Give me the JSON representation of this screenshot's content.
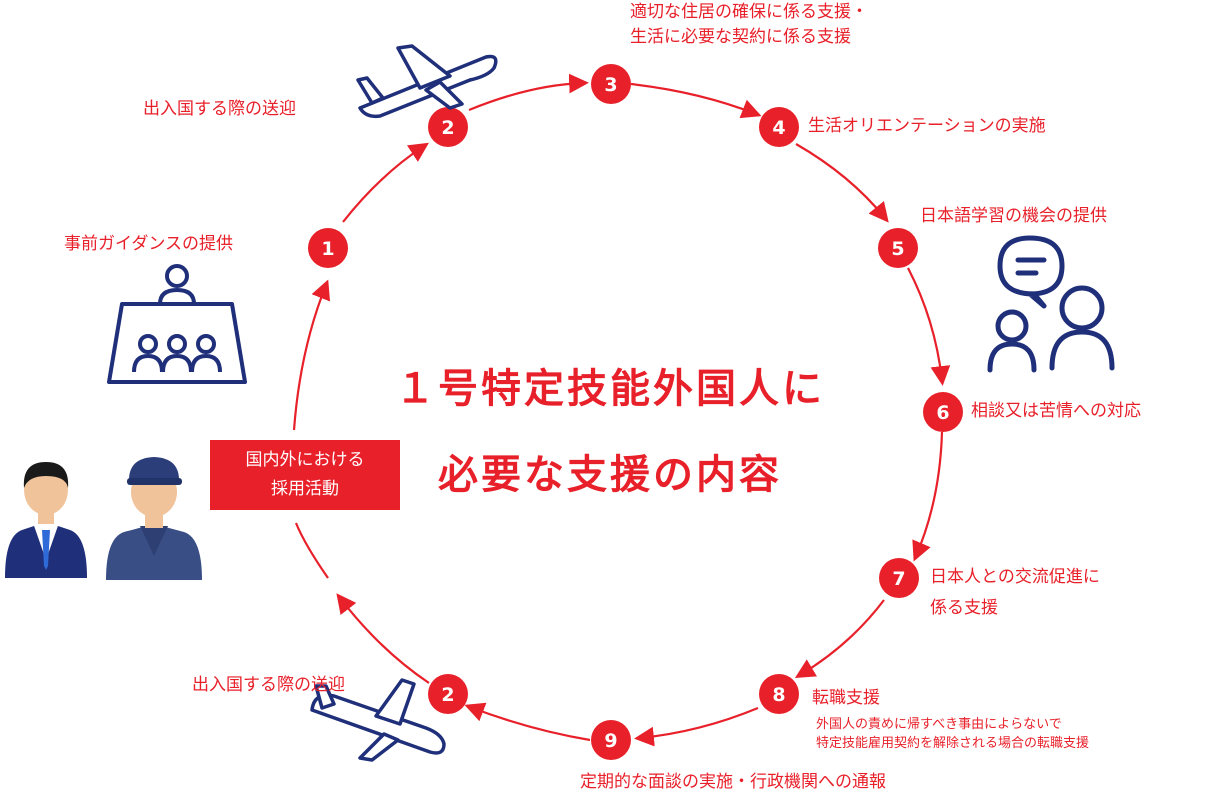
{
  "title": {
    "line1": "１号特定技能外国人に",
    "line2": "必要な支援の内容"
  },
  "recruitment_badge": {
    "line1": "国内外における",
    "line2": "採用活動"
  },
  "steps": [
    {
      "number": "1",
      "label": "事前ガイダンスの提供"
    },
    {
      "number": "2",
      "label": "出入国する際の送迎"
    },
    {
      "number": "3",
      "label": "適切な住居の確保に係る支援・",
      "label2": "生活に必要な契約に係る支援"
    },
    {
      "number": "4",
      "label": "生活オリエンテーションの実施"
    },
    {
      "number": "5",
      "label": "日本語学習の機会の提供"
    },
    {
      "number": "6",
      "label": "相談又は苦情への対応"
    },
    {
      "number": "7",
      "label": "日本人との交流促進に",
      "label2": "係る支援"
    },
    {
      "number": "8",
      "label": "転職支援",
      "note1": "外国人の責めに帰すべき事由によらないで",
      "note2": "特定技能雇用契約を解除される場合の転職支援"
    },
    {
      "number": "9",
      "label": "定期的な面談の実施・行政機関への通報"
    },
    {
      "number": "2",
      "label": "出入国する際の送迎"
    }
  ],
  "colors": {
    "accent": "#e8202a",
    "icon_navy": "#1f2f7a",
    "text_on_accent": "#ffffff"
  },
  "icons": [
    "guidance-meeting-icon",
    "airplane-icon",
    "consultation-people-icon",
    "businessman-icon",
    "worker-icon"
  ]
}
